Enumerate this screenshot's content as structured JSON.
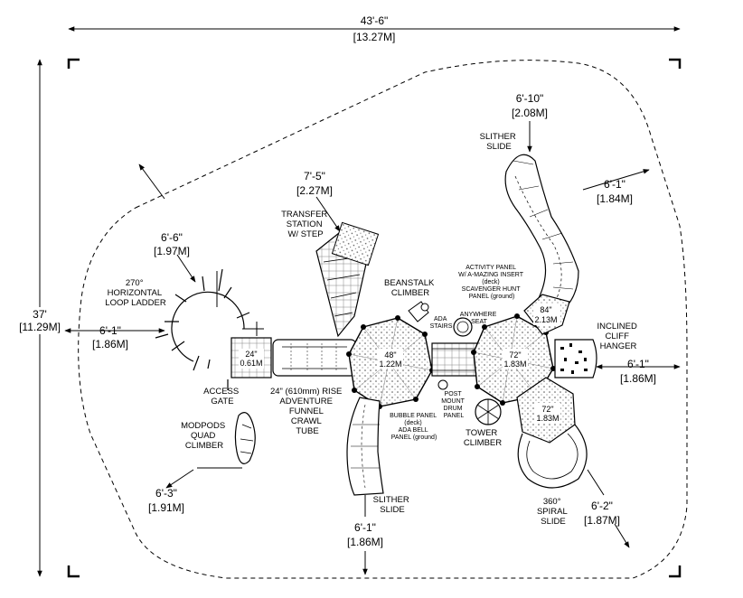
{
  "overall": {
    "width_ft": "43'-6\"",
    "width_m": "[13.27M]",
    "height_ft": "37'",
    "height_m": "[11.29M]"
  },
  "clearances": [
    {
      "ft": "6'-10\"",
      "m": "[2.08M]"
    },
    {
      "ft": "7'-5\"",
      "m": "[2.27M]"
    },
    {
      "ft": "6'-6\"",
      "m": "[1.97M]"
    },
    {
      "ft": "6'-1\"",
      "m": "[1.84M]"
    },
    {
      "ft": "6'-1\"",
      "m": "[1.86M]"
    },
    {
      "ft": "6'-1\"",
      "m": "[1.86M]"
    },
    {
      "ft": "6'-3\"",
      "m": "[1.91M]"
    },
    {
      "ft": "6'-1\"",
      "m": "[1.86M]"
    },
    {
      "ft": "6'-2\"",
      "m": "[1.87M]"
    }
  ],
  "components": {
    "slither_slide_top": [
      "SLITHER",
      "SLIDE"
    ],
    "transfer_station": [
      "TRANSFER",
      "STATION",
      "W/ STEP"
    ],
    "loop_ladder": [
      "270°",
      "HORIZONTAL",
      "LOOP LADDER"
    ],
    "beanstalk": [
      "BEANSTALK",
      "CLIMBER"
    ],
    "activity_panel": [
      "ACTIVITY PANEL",
      "W/ A-MAZING INSERT",
      "(deck)",
      "SCAVENGER HUNT",
      "PANEL (ground)"
    ],
    "ada_stairs": [
      "ADA",
      "STAIRS"
    ],
    "anywhere_seat": [
      "ANYWHERE",
      "SEAT"
    ],
    "cliff_hanger": [
      "INCLINED",
      "CLIFF",
      "HANGER"
    ],
    "access_gate": [
      "ACCESS",
      "GATE"
    ],
    "funnel_tube": [
      "24\" (610mm) RISE",
      "ADVENTURE",
      "FUNNEL",
      "CRAWL",
      "TUBE"
    ],
    "bubble_panel": [
      "BUBBLE PANEL",
      "(deck)",
      "ADA BELL",
      "PANEL (ground)"
    ],
    "drum_panel": [
      "POST",
      "MOUNT",
      "DRUM",
      "PANEL"
    ],
    "tower_climber": [
      "TOWER",
      "CLIMBER"
    ],
    "modpods": [
      "MODPODS",
      "QUAD",
      "CLIMBER"
    ],
    "slither_slide_bottom": [
      "SLITHER",
      "SLIDE"
    ],
    "spiral_slide": [
      "360°",
      "SPIRAL",
      "SLIDE"
    ]
  },
  "decks": {
    "small": {
      "ft": "24\"",
      "m": "0.61M"
    },
    "deck_48": {
      "ft": "48\"",
      "m": "1.22M"
    },
    "deck_72": {
      "ft": "72\"",
      "m": "1.83M"
    },
    "deck_84": {
      "ft": "84\"",
      "m": "2.13M"
    },
    "deck_72b": {
      "ft": "72\"",
      "m": "1.83M"
    }
  }
}
